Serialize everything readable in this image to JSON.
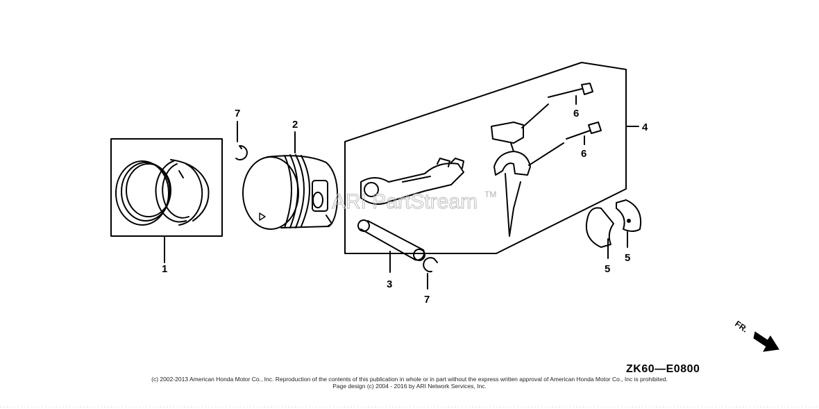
{
  "diagram": {
    "callouts": {
      "piston_rings": "1",
      "piston": "2",
      "piston_pin": "3",
      "connecting_rod_assembly": "4",
      "bearing_lower": "5",
      "bearing_upper": "5",
      "bolt_upper": "6",
      "bolt_lower": "6",
      "clip_left": "7",
      "clip_right": "7"
    },
    "diagram_code": "ZK60—E0800",
    "watermark": "ARI PartStream",
    "watermark_tm": "TM",
    "direction_label": "FR."
  },
  "footer": {
    "copyright_line": "(c) 2002-2013 American Honda Motor Co., Inc. Reproduction of the contents of this publication in whole or in part without the express written approval of American Honda Motor Co., Inc is prohibited.",
    "design_line": "Page design (c) 2004 - 2016 by ARI Network Services, Inc."
  },
  "colors": {
    "line": "#000000",
    "background": "#ffffff",
    "watermark": "#bdbdbd"
  }
}
